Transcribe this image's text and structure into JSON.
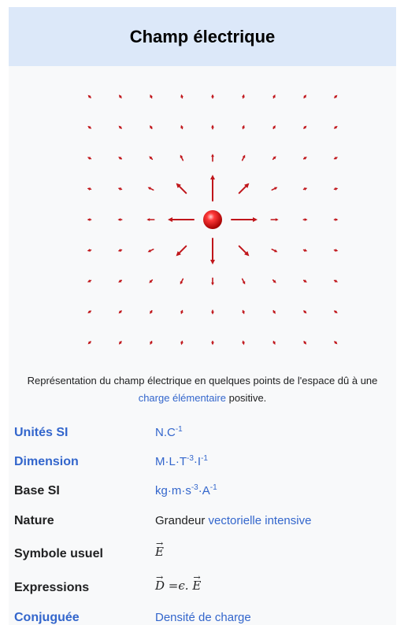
{
  "infobox": {
    "title": "Champ électrique",
    "caption": {
      "text_before": "Représentation du champ électrique en quelques points de l'espace dû à une ",
      "link": "charge élémentaire",
      "text_after": " positive."
    },
    "arrow_color": "#c0161b",
    "charge_color": "#e0151a",
    "rows": [
      {
        "label": "Unités SI",
        "label_is_link": true,
        "value_html": "N.C<sup>-1</sup>",
        "value_is_link": true
      },
      {
        "label": "Dimension",
        "label_is_link": true,
        "value_html": "M·L·T<sup>-3</sup>·I<sup>-1</sup>",
        "value_is_link": true
      },
      {
        "label": "Base SI",
        "label_is_link": false,
        "value_html": "kg·m·s<sup>-3</sup>·A<sup>-1</sup>",
        "value_is_link": true
      },
      {
        "label": "Nature",
        "label_is_link": false,
        "value_prefix": "Grandeur ",
        "value_link": "vectorielle intensive"
      },
      {
        "label": "Symbole usuel",
        "label_is_link": false,
        "math": "E"
      },
      {
        "label": "Expressions",
        "label_is_link": false,
        "math": "D =ϵ. E"
      },
      {
        "label": "Conjuguée",
        "label_is_link": true,
        "value_link": "Densité de charge"
      }
    ]
  }
}
